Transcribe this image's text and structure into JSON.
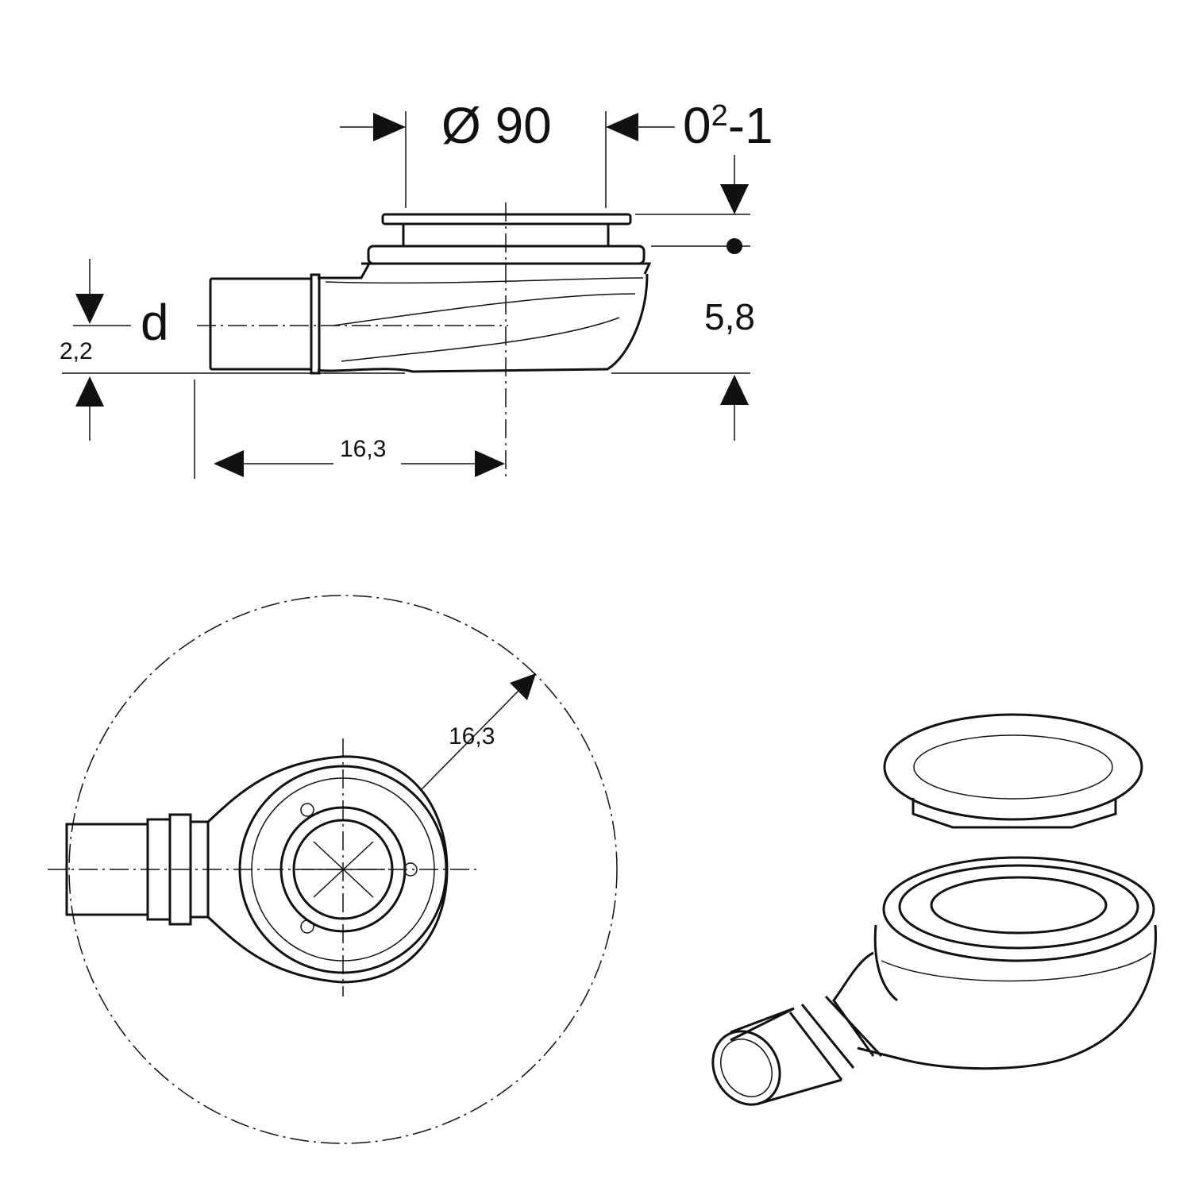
{
  "side_view": {
    "diameter_label": "Ø 90",
    "height_adjust_base": "0",
    "height_adjust_sup": "2",
    "height_adjust_tail": "-1",
    "pipe_label": "d",
    "height_label": "5,8",
    "pipe_offset_label": "2,2",
    "length_label": "16,3"
  },
  "top_view": {
    "radius_label": "16,3"
  }
}
